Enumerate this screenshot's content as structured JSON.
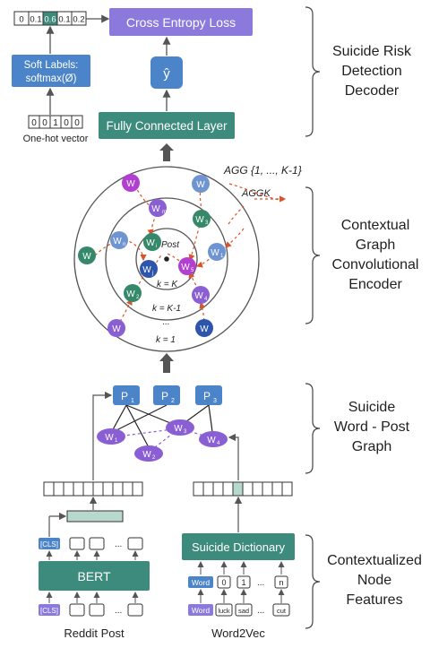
{
  "decoder": {
    "loss_label": "Cross Entropy Loss",
    "yhat_label": "ŷ",
    "fc_label": "Fully Connected Layer",
    "soft_labels_line1": "Soft Labels:",
    "soft_labels_line2": "softmax(Ø)",
    "soft_vector": [
      "0",
      "0.1",
      "0.6",
      "0.1",
      "0.2"
    ],
    "onehot_vector": [
      "0",
      "0",
      "1",
      "0",
      "0"
    ],
    "onehot_caption": "One-hot vector"
  },
  "encoder": {
    "agg_outer": "AGG {1, ..., K-1}",
    "agg_inner": "AGGK",
    "post_label": "Post",
    "w_main": "W",
    "w_sub": {
      "n1": "1",
      "n2": "2",
      "n3": "3",
      "n4": "4",
      "n5": "5",
      "ni": "i",
      "nj": "j",
      "nn": "n",
      "nm": "m"
    },
    "k_K": "k = K",
    "k_K1": "k = K-1",
    "k_dots": "...",
    "k_1": "k = 1"
  },
  "graph": {
    "p_main": "P",
    "p_subs": [
      "1",
      "2",
      "3"
    ],
    "w_main": "W",
    "w_subs": [
      "1",
      "2",
      "3",
      "4"
    ]
  },
  "features": {
    "bert_label": "BERT",
    "cls_label": "[CLS]",
    "dots": "...",
    "reddit_caption": "Reddit Post",
    "dict_label": "Suicide Dictionary",
    "word_label": "Word",
    "vocab_top": [
      "0",
      "1",
      "n"
    ],
    "vocab_bottom": [
      "luck",
      "sad",
      "cut"
    ],
    "w2v_caption": "Word2Vec"
  },
  "sections": {
    "decoder": [
      "Suicide Risk",
      "Detection",
      "Decoder"
    ],
    "encoder": [
      "Contextual",
      "Graph",
      "Convolutional",
      "Encoder"
    ],
    "graph": [
      "Suicide",
      "Word - Post",
      "Graph"
    ],
    "features": [
      "Contextualized",
      "Node",
      "Features"
    ]
  },
  "colors": {
    "teal": "#3d8b7c",
    "purple_box": "#8b79dc",
    "blue_box": "#4b84c8",
    "light_teal": "#b7d8cc",
    "node_purple": "#8a5fd4",
    "node_magenta": "#b13fcf",
    "node_green": "#35896a",
    "node_blue": "#2d55ac",
    "node_lightblue": "#6f94d2"
  }
}
